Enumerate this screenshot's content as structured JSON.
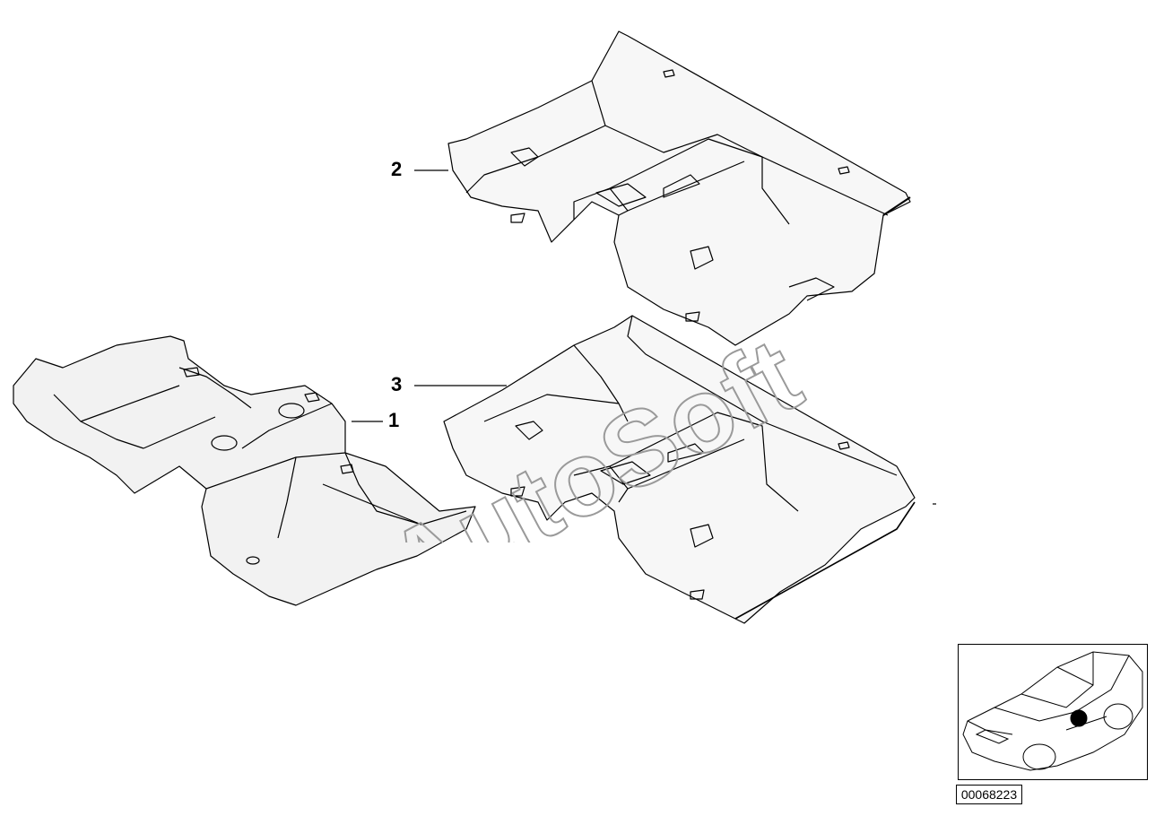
{
  "callouts": [
    {
      "id": "1",
      "label": "1"
    },
    {
      "id": "2",
      "label": "2"
    },
    {
      "id": "3",
      "label": "3"
    }
  ],
  "reference_number": "00068223",
  "watermark_text": "AutoSoft",
  "colors": {
    "line": "#000000",
    "shade": "#f2f2f2",
    "background": "#ffffff",
    "watermark": "#9a9a9a",
    "dot": "#000000"
  }
}
